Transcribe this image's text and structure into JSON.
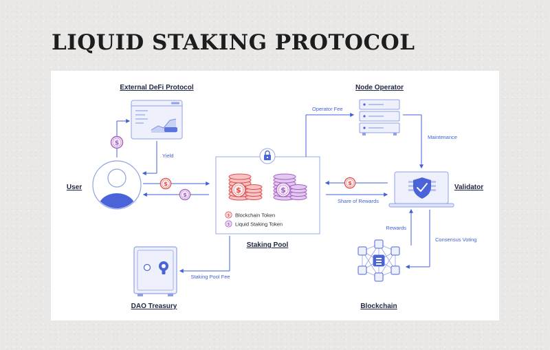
{
  "title": "LIQUID STAKING PROTOCOL",
  "nodes": {
    "external_defi": "External DeFi Protocol",
    "node_operator": "Node Operator",
    "user": "User",
    "validator": "Validator",
    "staking_pool": "Staking Pool",
    "dao_treasury": "DAO Treasury",
    "blockchain": "Blockchain"
  },
  "flows": {
    "yield": "Yield",
    "operator_fee": "Operator Fee",
    "maintenance": "Maintenance",
    "share_of_rewards": "Share of Rewards",
    "rewards": "Rewards",
    "consensus_voting": "Consensus Voting",
    "staking_pool_fee": "Staking Pool Fee"
  },
  "legend": {
    "blockchain_token": "Blockchain Token",
    "liquid_staking_token": "Liquid Staking Token"
  },
  "colors": {
    "accent": "#4360d6",
    "blockchain_token": "#e04b4b",
    "liquid_staking_token": "#a45ec2",
    "arrow": "#4360d6"
  },
  "icons": [
    "lock-icon",
    "dollar-icon",
    "shield-check-icon",
    "safe-icon",
    "server-icon",
    "laptop-icon",
    "network-icon",
    "user-avatar-icon"
  ]
}
